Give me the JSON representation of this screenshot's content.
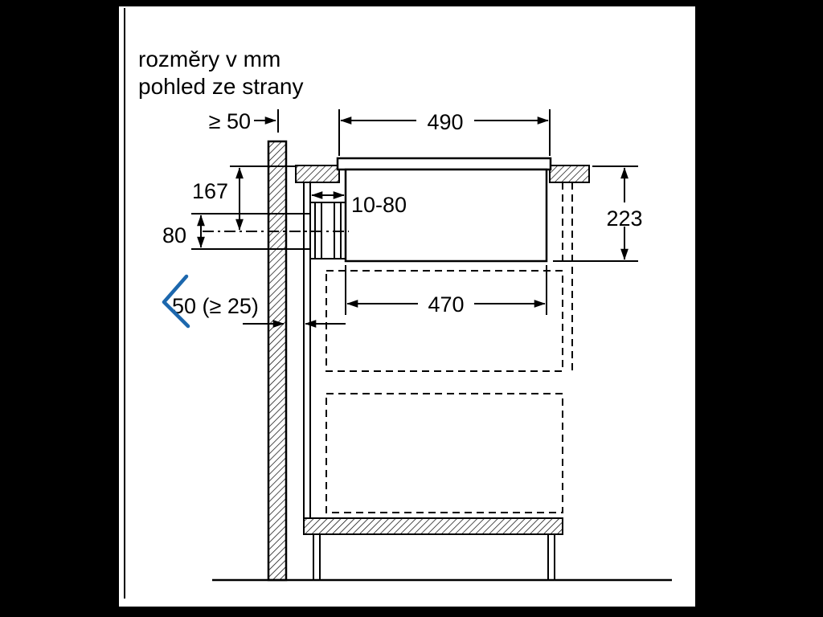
{
  "frame": {
    "bg_color": "#000000",
    "canvas_color": "#ffffff",
    "line_color": "#000000"
  },
  "header": {
    "title_line1": "rozměry v mm",
    "title_line2": "pohled ze strany"
  },
  "dimensions": {
    "min_wall_clearance": "≥ 50",
    "top_width": "490",
    "counter_to_center": "167",
    "duct_gap": "10-80",
    "right_height": "223",
    "outlet_height": "80",
    "rear_gap": "50 (≥ 25)",
    "inner_width": "470"
  },
  "annotation": {
    "check_color": "#1c67ad"
  }
}
